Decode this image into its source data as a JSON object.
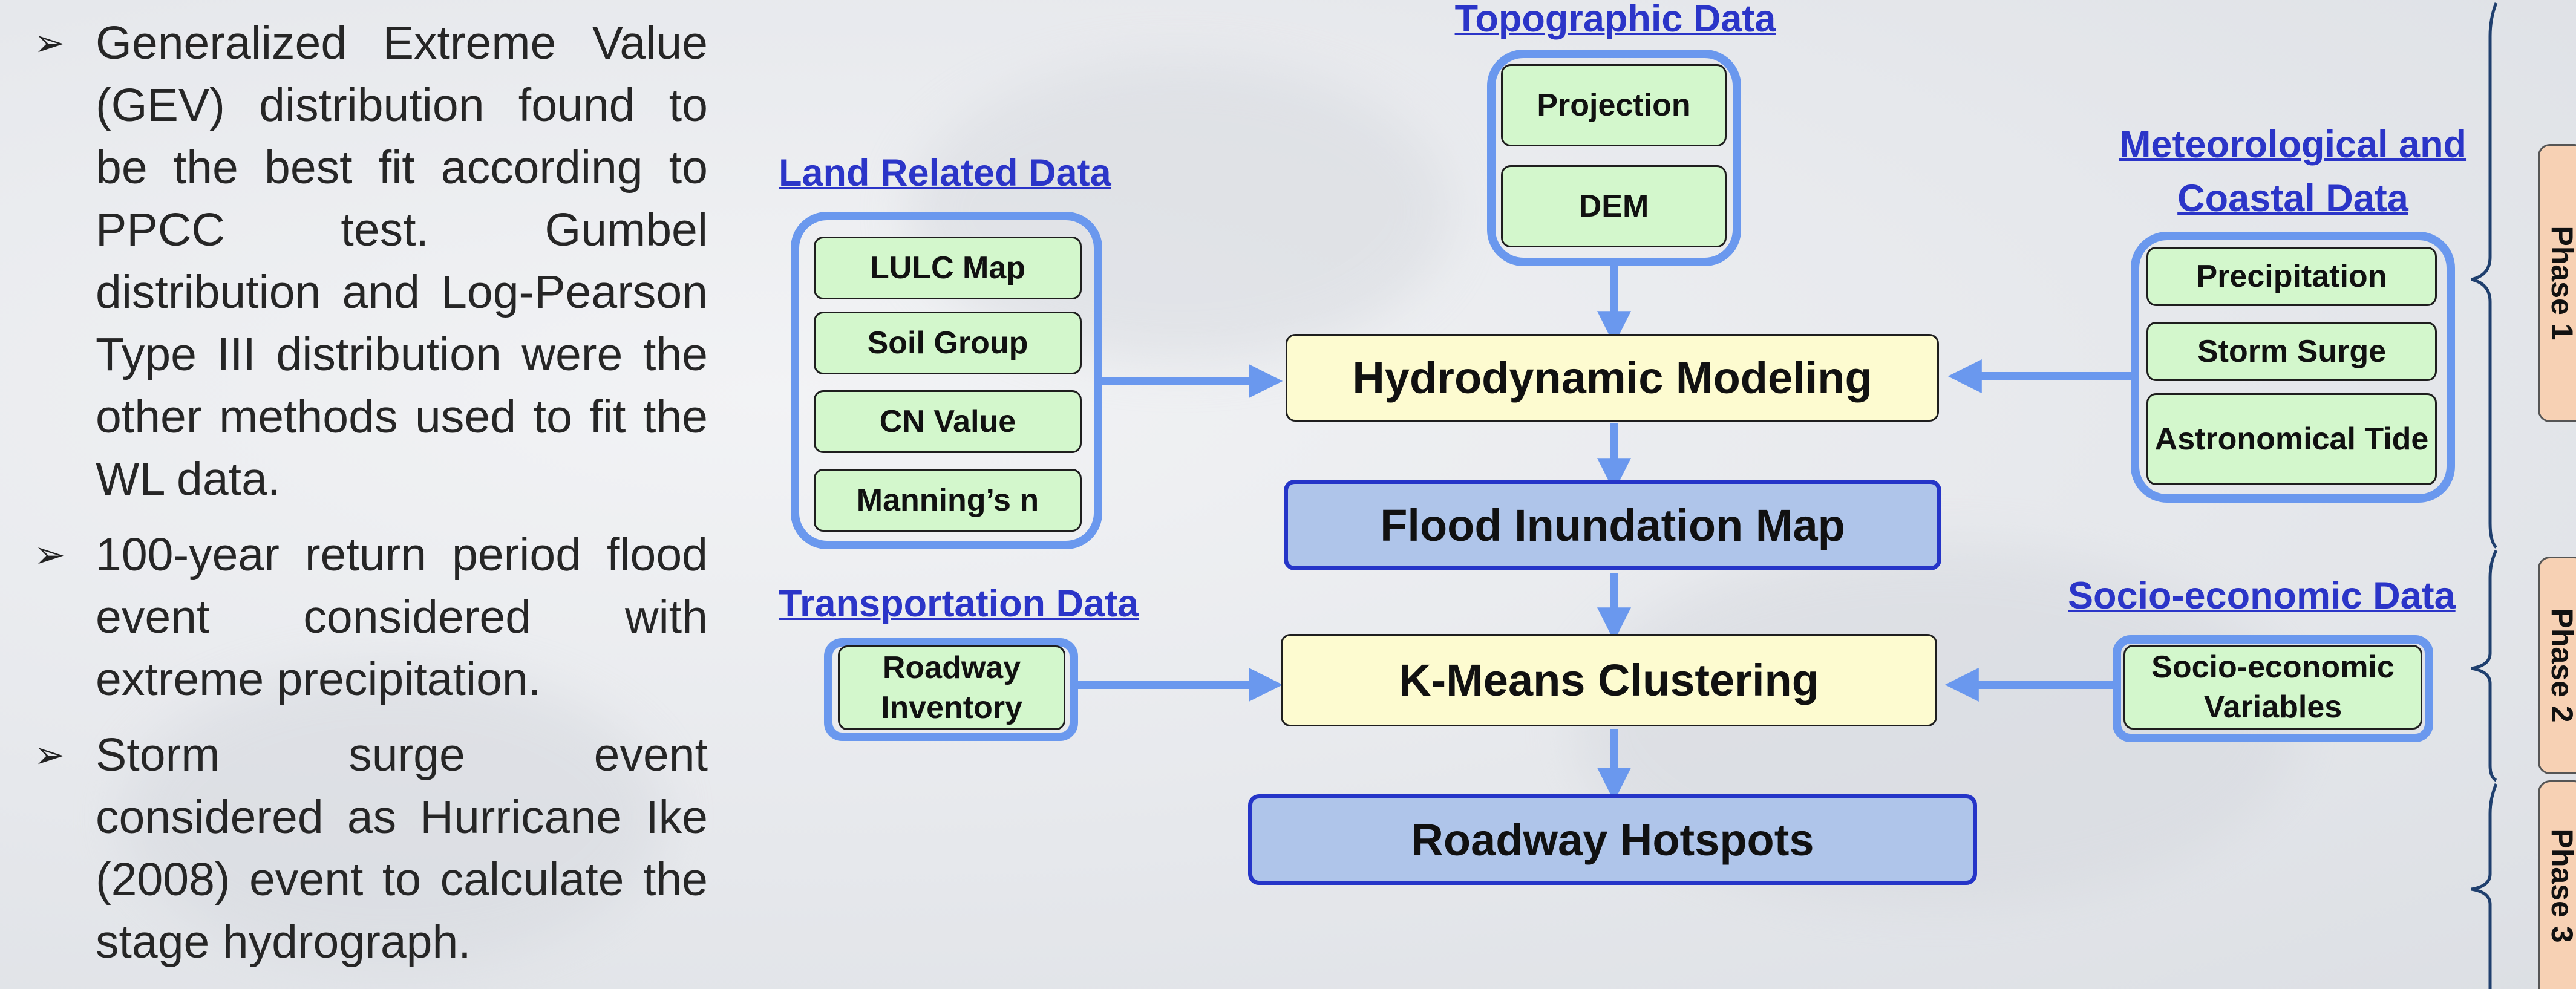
{
  "bullets": [
    {
      "text": "Generalized Extreme Value (GEV) distribution found to be the best fit according to PPCC test. Gumbel distribution and Log-Pearson Type III distribution were the other methods used to fit the WL data."
    },
    {
      "text": "100-year return period flood event considered with extreme precipitation."
    },
    {
      "text": "Storm surge event considered as Hurricane Ike (2008) event to calculate the stage hydrograph."
    }
  ],
  "bullet_marker": "➢",
  "diagram": {
    "topographic": {
      "title": "Topographic Data",
      "items": [
        "Projection",
        "DEM"
      ]
    },
    "land": {
      "title": "Land Related Data",
      "items": [
        "LULC Map",
        "Soil Group",
        "CN Value",
        "Manning’s n"
      ]
    },
    "meteo": {
      "title_line1": "Meteorological and",
      "title_line2": "Coastal Data",
      "items": [
        "Precipitation",
        "Storm Surge",
        "Astronomical Tide"
      ]
    },
    "transport": {
      "title": "Transportation Data",
      "items": [
        "Roadway Inventory"
      ]
    },
    "socio": {
      "title": "Socio-economic Data",
      "items": [
        "Socio-economic Variables"
      ]
    },
    "hydro": "Hydrodynamic Modeling",
    "flood": "Flood Inundation Map",
    "kmeans": "K-Means Clustering",
    "hotspots": "Roadway Hotspots"
  },
  "phases": [
    "Phase 1",
    "Phase 2",
    "Phase 3"
  ],
  "colors": {
    "accent_blue": "#6a98ee",
    "title_blue": "#2b35c8",
    "input_green": "#d3f7cc",
    "process_yellow": "#fdfbd0",
    "output_blue": "#afc5ea",
    "phase_orange": "#f7d1b4"
  }
}
